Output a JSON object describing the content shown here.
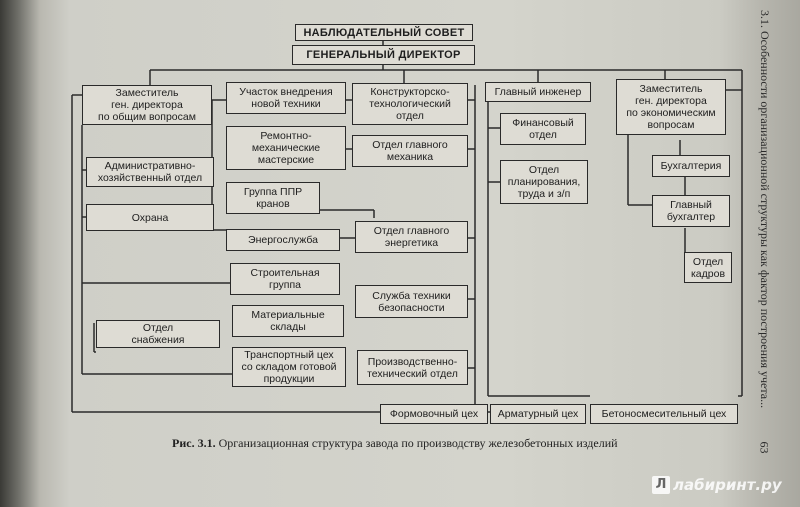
{
  "diagram": {
    "nodes": {
      "supervisory_board": "НАБЛЮДАТЕЛЬНЫЙ СОВЕТ",
      "general_director": "ГЕНЕРАЛЬНЫЙ ДИРЕКТОР",
      "deputy_general": "Заместитель\nген. директора\nпо общим вопросам",
      "admin_department": "Административно-\nхозяйственный отдел",
      "security": "Охрана",
      "new_tech_site": "Участок внедрения\nновой техники",
      "repair_shops": "Ремонтно-\nмеханические\nмастерские",
      "crane_group": "Группа ППР\nкранов",
      "energy_service": "Энергослужба",
      "construction_group": "Строительная\nгруппа",
      "supply_department": "Отдел\nснабжения",
      "material_warehouses": "Материальные\nсклады",
      "transport_shop": "Транспортный цех\nсо складом готовой\nпродукции",
      "design_department": "Конструкторско-\nтехнологический\nотдел",
      "chief_mechanic": "Отдел главного\nмеханика",
      "chief_power_engineer": "Отдел главного\nэнергетика",
      "safety_service": "Служба техники\nбезопасности",
      "production_department": "Производственно-\nтехнический отдел",
      "chief_engineer": "Главный инженер",
      "financial_department": "Финансовый\nотдел",
      "planning_department": "Отдел\nпланирования,\nтруда и з/п",
      "deputy_economic": "Заместитель\nген. директора\nпо экономическим\nвопросам",
      "accounting": "Бухгалтерия",
      "chief_accountant": "Главный\nбухгалтер",
      "hr_department": "Отдел\nкадров",
      "molding_shop": "Формовочный цех",
      "reinforcement_shop": "Арматурный цех",
      "concrete_shop": "Бетоносмесительный цех"
    }
  },
  "caption": {
    "label": "Рис. 3.1.",
    "text": " Организационная структура завода по производству железобетонных изделий"
  },
  "running_header": "3.1. Особенности организационной структуры как фактор построения учета...",
  "page_number": "63",
  "watermark": "лабиринт.ру",
  "watermark_logo": "Л"
}
